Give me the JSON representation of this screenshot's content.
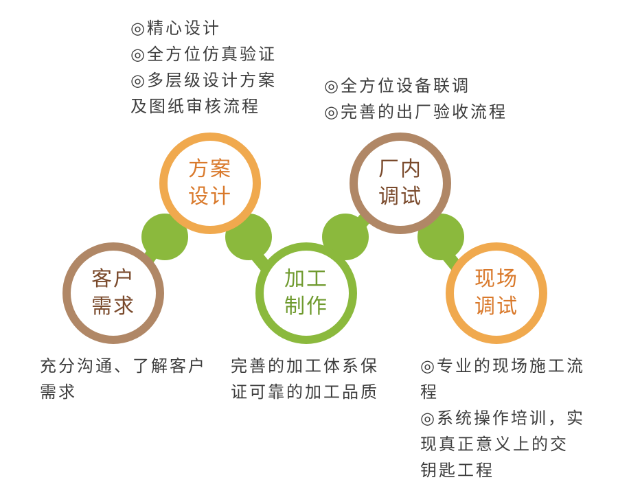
{
  "nodes": {
    "customer": {
      "line1": "客户",
      "line2": "需求"
    },
    "design": {
      "line1": "方案",
      "line2": "设计"
    },
    "make": {
      "line1": "加工",
      "line2": "制作"
    },
    "factory": {
      "line1": "厂内",
      "line2": "调试"
    },
    "site": {
      "line1": "现场",
      "line2": "调试"
    }
  },
  "notes": {
    "design": [
      "◎精心设计",
      "◎全方位仿真验证",
      "◎多层级设计方案",
      "及图纸审核流程"
    ],
    "factory": [
      "◎全方位设备联调",
      "◎完善的出厂验收流程"
    ],
    "customer": "充分沟通、了解客户需求",
    "make": "完善的加工体系保证可靠的加工品质",
    "site": [
      "◎专业的现场施工流程",
      "◎系统操作培训，实现真正意义上的交钥匙工程"
    ]
  },
  "colors": {
    "connector": "#8bb93d",
    "brown": "#b08766",
    "orange": "#f0a94e",
    "green": "#8bb93d"
  }
}
